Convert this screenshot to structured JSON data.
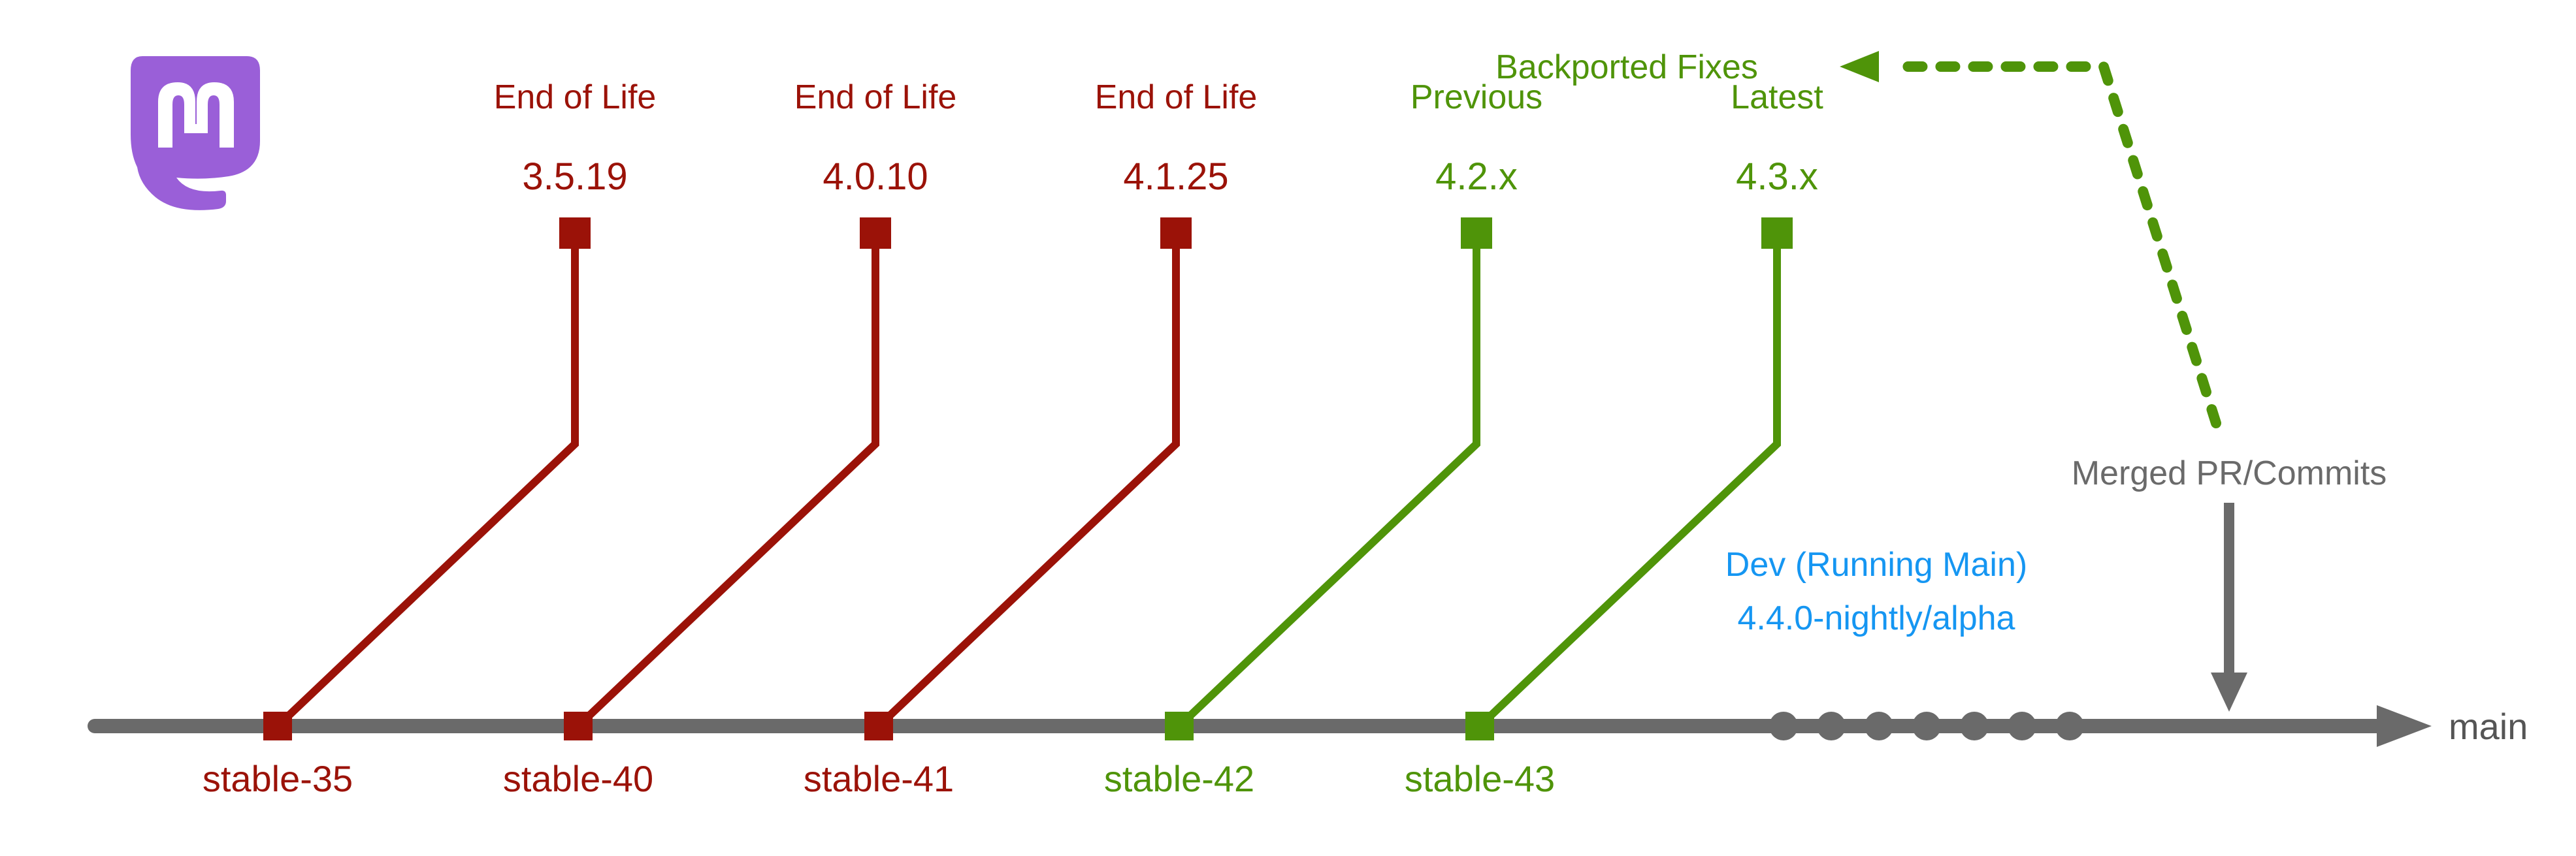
{
  "colors": {
    "eol": "#9b1208",
    "supported": "#4f9409",
    "trunk": "#6a6a6a",
    "dev": "#1596f2",
    "backport": "#4f9409",
    "logo": "#9a5fd8"
  },
  "logo_icon": "mastodon-logo",
  "branches": [
    {
      "name": "stable-35",
      "status": "End of Life",
      "version": "3.5.19",
      "state": "eol"
    },
    {
      "name": "stable-40",
      "status": "End of Life",
      "version": "4.0.10",
      "state": "eol"
    },
    {
      "name": "stable-41",
      "status": "End of Life",
      "version": "4.1.25",
      "state": "eol"
    },
    {
      "name": "stable-42",
      "status": "Previous",
      "version": "4.2.x",
      "state": "supported"
    },
    {
      "name": "stable-43",
      "status": "Latest",
      "version": "4.3.x",
      "state": "supported"
    }
  ],
  "backport_label": "Backported Fixes",
  "merged_label": "Merged PR/Commits",
  "dev": {
    "title": "Dev (Running Main)",
    "version": "4.4.0-nightly/alpha"
  },
  "main_label": "main",
  "nightly_commit_count": 7
}
